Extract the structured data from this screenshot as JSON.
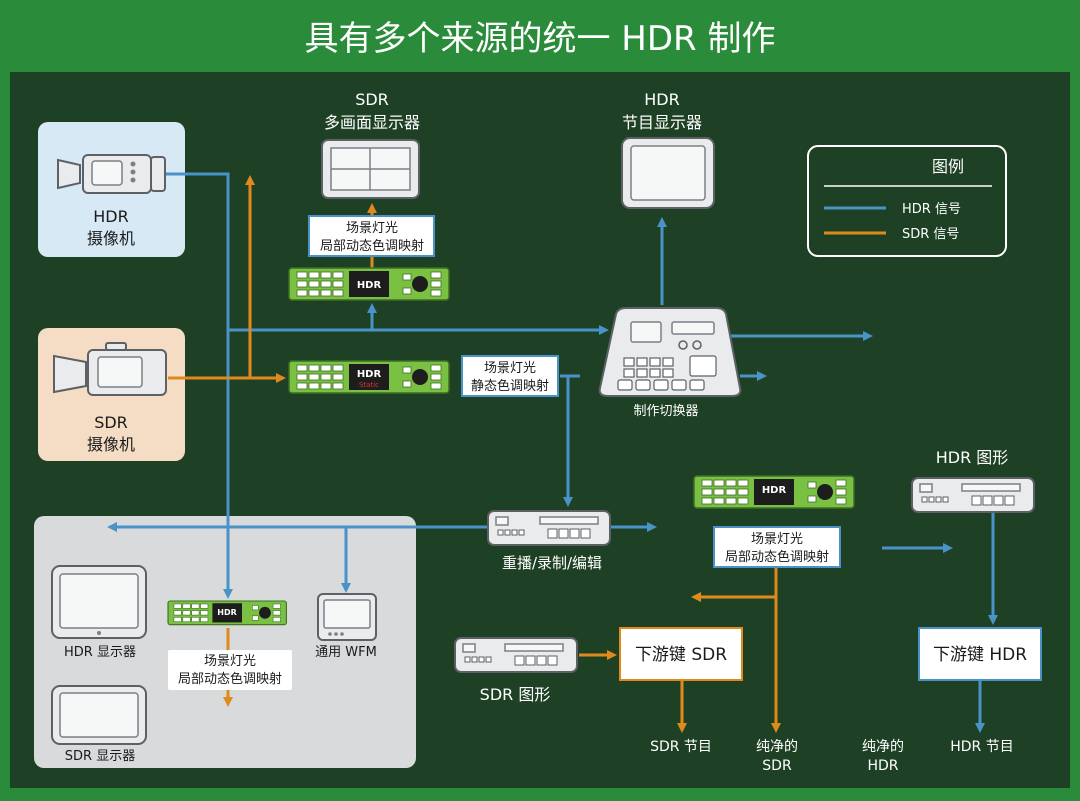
{
  "title": "具有多个来源的统一 HDR 制作",
  "legend": {
    "title": "图例",
    "hdr_signal": "HDR 信号",
    "sdr_signal": "SDR 信号",
    "hdr_color": "#4a93c8",
    "sdr_color": "#e08a1e"
  },
  "colors": {
    "background": "#1e4126",
    "frame": "#2a8c3a",
    "hdr_panel": "#d6e9f5",
    "sdr_panel": "#f5dcc4",
    "monitor_panel": "#d9dadb"
  },
  "hdr_camera": {
    "line1": "HDR",
    "line2": "摄像机"
  },
  "sdr_camera": {
    "line1": "SDR",
    "line2": "摄像机"
  },
  "sdr_multiview": {
    "line1": "SDR",
    "line2": "多画面显示器"
  },
  "hdr_program_monitor": {
    "line1": "HDR",
    "line2": "节目显示器"
  },
  "box_top": {
    "line1": "场景灯光",
    "line2": "局部动态色调映射"
  },
  "box_static": {
    "line1": "场景灯光",
    "line2": "静态色调映射"
  },
  "box_mid": {
    "line1": "场景灯光",
    "line2": "局部动态色调映射"
  },
  "box_bottom_left": {
    "line1": "场景灯光",
    "line2": "局部动态色调映射"
  },
  "device_badge": {
    "hdr": "HDR",
    "suffix": "Static"
  },
  "switcher_label": "制作切换器",
  "replay_label": "重播/录制/编辑",
  "hdr_graphics_label": "HDR 图形",
  "sdr_graphics_label": "SDR 图形",
  "dsk_sdr": "下游键 SDR",
  "dsk_hdr": "下游键 HDR",
  "hdr_monitor_label": "HDR 显示器",
  "sdr_monitor_label": "SDR 显示器",
  "wfm_label": "通用 WFM",
  "outputs": {
    "sdr_program": "SDR 节目",
    "clean_sdr_1": "纯净的",
    "clean_sdr_2": "SDR",
    "clean_hdr_1": "纯净的",
    "clean_hdr_2": "HDR",
    "hdr_program": "HDR 节目"
  }
}
